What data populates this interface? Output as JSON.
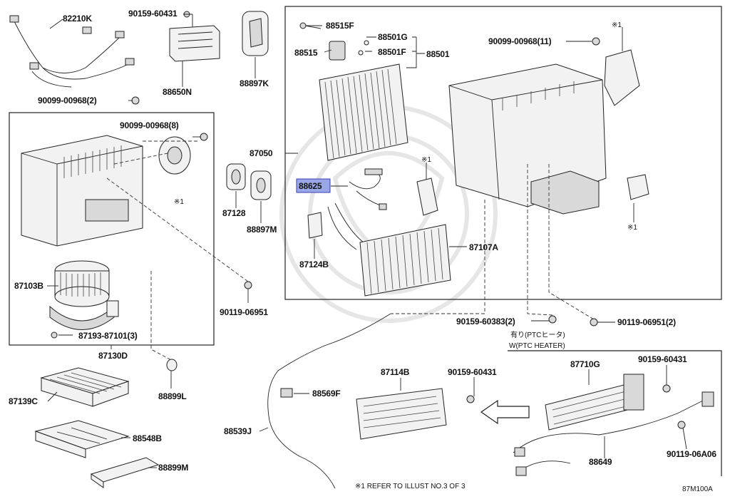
{
  "diagram_id": "87M100A",
  "footnote": "※1 REFER TO ILLUST NO.3 OF 3",
  "ptc_heading_jp": "有り(PTCヒータ)",
  "ptc_heading_en": "W(PTC HEATER)",
  "refmark": "※1",
  "highlight_color": "#9aa7e6",
  "labels": {
    "p82210K": "82210K",
    "p90159_60431_a": "90159-60431",
    "p88650N": "88650N",
    "p88897K": "88897K",
    "p90099_00968_2": "90099-00968(2)",
    "p90099_00968_8": "90099-00968(8)",
    "p87103B": "87103B",
    "p87193_87101_3": "87193-87101(3)",
    "p87130D": "87130D",
    "p87128": "87128",
    "p88897M": "88897M",
    "p90119_06951_a": "90119-06951",
    "p88899L": "88899L",
    "p87139C": "87139C",
    "p88548B": "88548B",
    "p88899M": "88899M",
    "p88515F": "88515F",
    "p88515": "88515",
    "p88501G": "88501G",
    "p88501F": "88501F",
    "p88501": "88501",
    "p90099_00968_11": "90099-00968(11)",
    "p87050": "87050",
    "p88625": "88625",
    "p87124B": "87124B",
    "p87107A": "87107A",
    "p90159_60383_2": "90159-60383(2)",
    "p90119_06951_2": "90119-06951(2)",
    "p88569F": "88569F",
    "p88539J": "88539J",
    "p87114B": "87114B",
    "p90159_60431_b": "90159-60431",
    "p87710G": "87710G",
    "p90159_60431_c": "90159-60431",
    "p88649": "88649",
    "p90119_06A06": "90119-06A06"
  }
}
